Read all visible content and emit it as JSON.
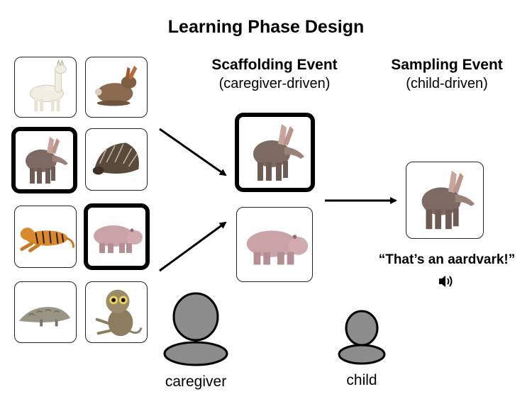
{
  "title": "Learning Phase Design",
  "scaffolding": {
    "heading": "Scaffolding Event",
    "sub": "(caregiver-driven)"
  },
  "sampling": {
    "heading": "Sampling Event",
    "sub": "(child-driven)"
  },
  "quote": "“That’s an aardvark!”",
  "labels": {
    "caregiver": "caregiver",
    "child": "child"
  },
  "grid_animals": [
    "llama",
    "rabbit",
    "aardvark",
    "porcupine",
    "tiger",
    "hippo",
    "pangolin",
    "tarsier"
  ],
  "selected_animals": [
    "aardvark",
    "hippo"
  ],
  "scaffold_options": [
    "aardvark",
    "hippo"
  ],
  "sampled_animal": "aardvark",
  "icons": {
    "sound": "speaker-icon",
    "caregiver": "person-icon",
    "child": "person-icon"
  },
  "colors": {
    "person_fill": "#8c8c8c",
    "outline": "#000000"
  }
}
